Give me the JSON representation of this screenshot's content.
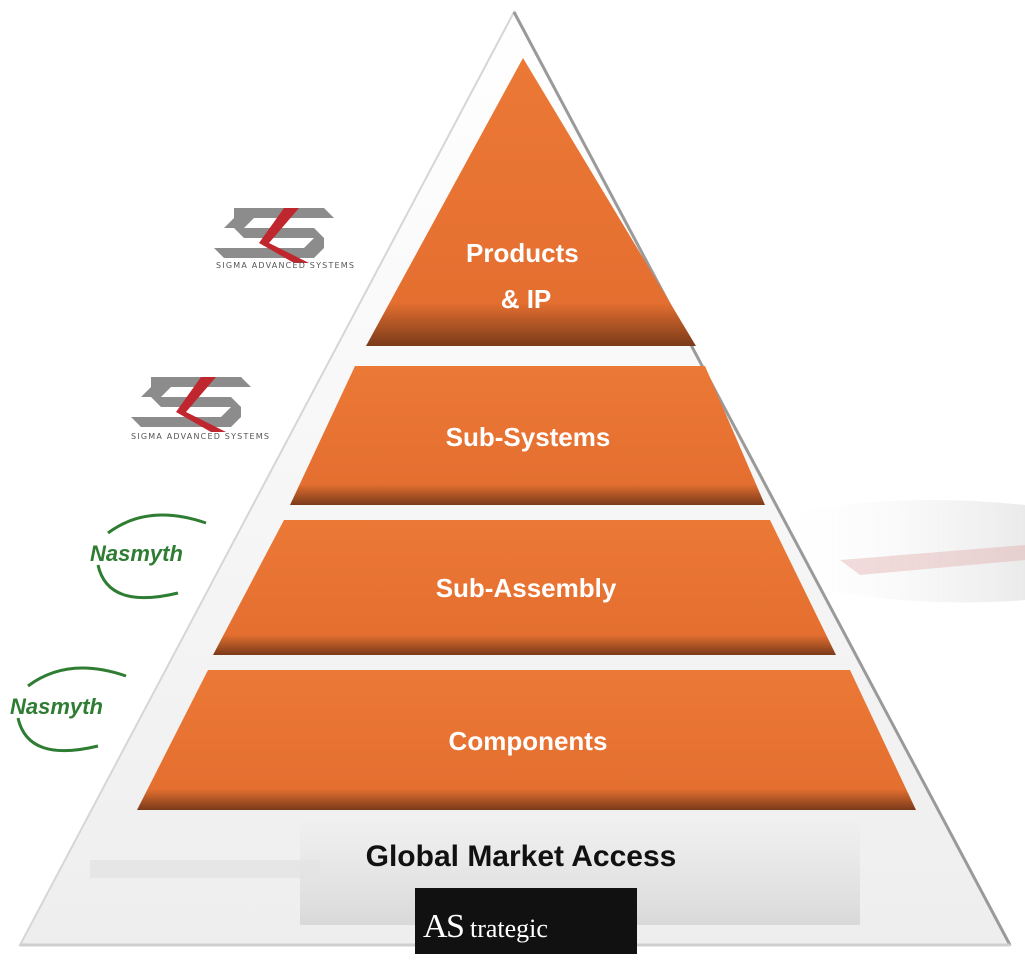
{
  "pyramid": {
    "tiers": [
      {
        "label_lines": [
          "Products",
          "& IP"
        ],
        "logo": "sigma",
        "logo_caption": "SIGMA ADVANCED SYSTEMS"
      },
      {
        "label_lines": [
          "Sub-Systems"
        ],
        "logo": "sigma",
        "logo_caption": "SIGMA ADVANCED SYSTEMS"
      },
      {
        "label_lines": [
          "Sub-Assembly"
        ],
        "logo": "nasmyth",
        "logo_caption": "Nasmyth"
      },
      {
        "label_lines": [
          "Components"
        ],
        "logo": "nasmyth",
        "logo_caption": "Nasmyth"
      }
    ],
    "base_title": "Global Market Access",
    "base_logo": {
      "letter": "A",
      "letter2": "S",
      "word": "trategic"
    }
  },
  "colors": {
    "tier_fill": "#E87334",
    "tier_shadow": "#6b3418",
    "outline_fill": "#f4f4f4",
    "sigma_gray": "#8c8c8c",
    "sigma_red": "#c0262d",
    "nasmyth_green": "#2e7d32",
    "strategic_bg": "#111111"
  }
}
